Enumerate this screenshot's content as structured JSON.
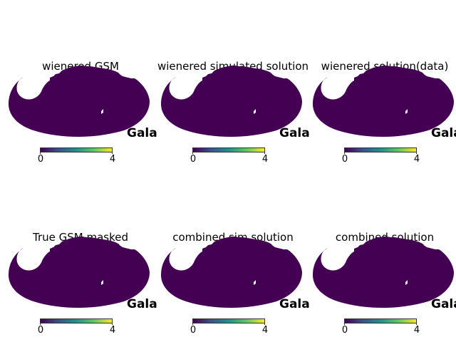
{
  "figure": {
    "coord_label": "Gala",
    "colormap": [
      "#440154",
      "#3b528b",
      "#21918c",
      "#5ec962",
      "#fde725"
    ],
    "map_fill": "#440154",
    "colorbar": {
      "min_label": "0",
      "max_label": "4"
    },
    "panels": [
      {
        "title": "wienered GSM"
      },
      {
        "title": "wienered simulated solution"
      },
      {
        "title": "wienered solution(data)"
      },
      {
        "title": "True GSM masked"
      },
      {
        "title": "combined sim solution"
      },
      {
        "title": "combined solution"
      }
    ]
  }
}
